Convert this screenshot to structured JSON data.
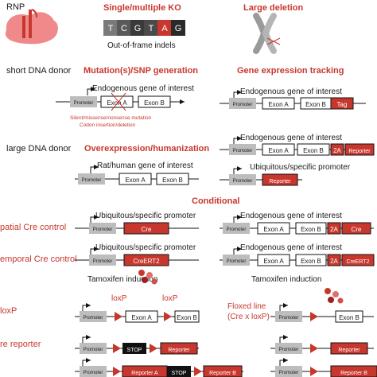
{
  "colors": {
    "red": "#c8372d",
    "pink": "#f08a8a",
    "grey": "#bdbdbd",
    "black": "#111111"
  },
  "rnp": {
    "label": "RNP"
  },
  "ko": {
    "title": "Single/multiple KO",
    "letters": [
      "T",
      "C",
      "G",
      "T",
      "A",
      "G"
    ],
    "caption": "Out-of-frame indels"
  },
  "deletion": {
    "title": "Large deletion"
  },
  "short_donor": {
    "label": "short DNA donor"
  },
  "large_donor": {
    "label": "large DNA donor"
  },
  "mutation": {
    "title": "Mutation(s)/SNP generation",
    "gene_label": "Endogenous gene of interest",
    "notes": [
      "Silent/missense/nonsense mutation",
      "Codon insertion/deletion"
    ]
  },
  "tracking": {
    "title": "Gene expression tracking",
    "gene_label": "Endogenous gene of interest"
  },
  "overexpression": {
    "title": "Overexpression/humanization",
    "gene_label": "Rat/human gene of interest"
  },
  "large_right": {
    "gene_label": "Endogenous gene of interest",
    "promoter_label": "Ubiquitous/specific promoter"
  },
  "conditional": {
    "title": "Conditional"
  },
  "spatial": {
    "label": "patial Cre control",
    "left_label": "Ubiquitous/specific promoter",
    "right_label": "Endogenous gene of interest"
  },
  "temporal": {
    "label": "emporal Cre control",
    "left_label": "Ubiquitous/specific promoter",
    "right_label": "Endogenous gene of interest",
    "induction": "Tamoxifen induction"
  },
  "loxp": {
    "label": "loxP",
    "site": "loxP",
    "floxed_title": "Floxed line",
    "floxed_subtitle": "(Cre x loxP)"
  },
  "reporter": {
    "label": "re reporter"
  },
  "parts": {
    "promoter": "Promoter",
    "exon_a": "Exon A",
    "exon_b": "Exon B",
    "tag": "Tag",
    "t2a": "2A",
    "reporter": "Reporter",
    "cre": "Cre",
    "creert2": "CreERT2",
    "stop": "STOP",
    "reporter_a": "Reporter A",
    "reporter_b": "Reporter B"
  }
}
